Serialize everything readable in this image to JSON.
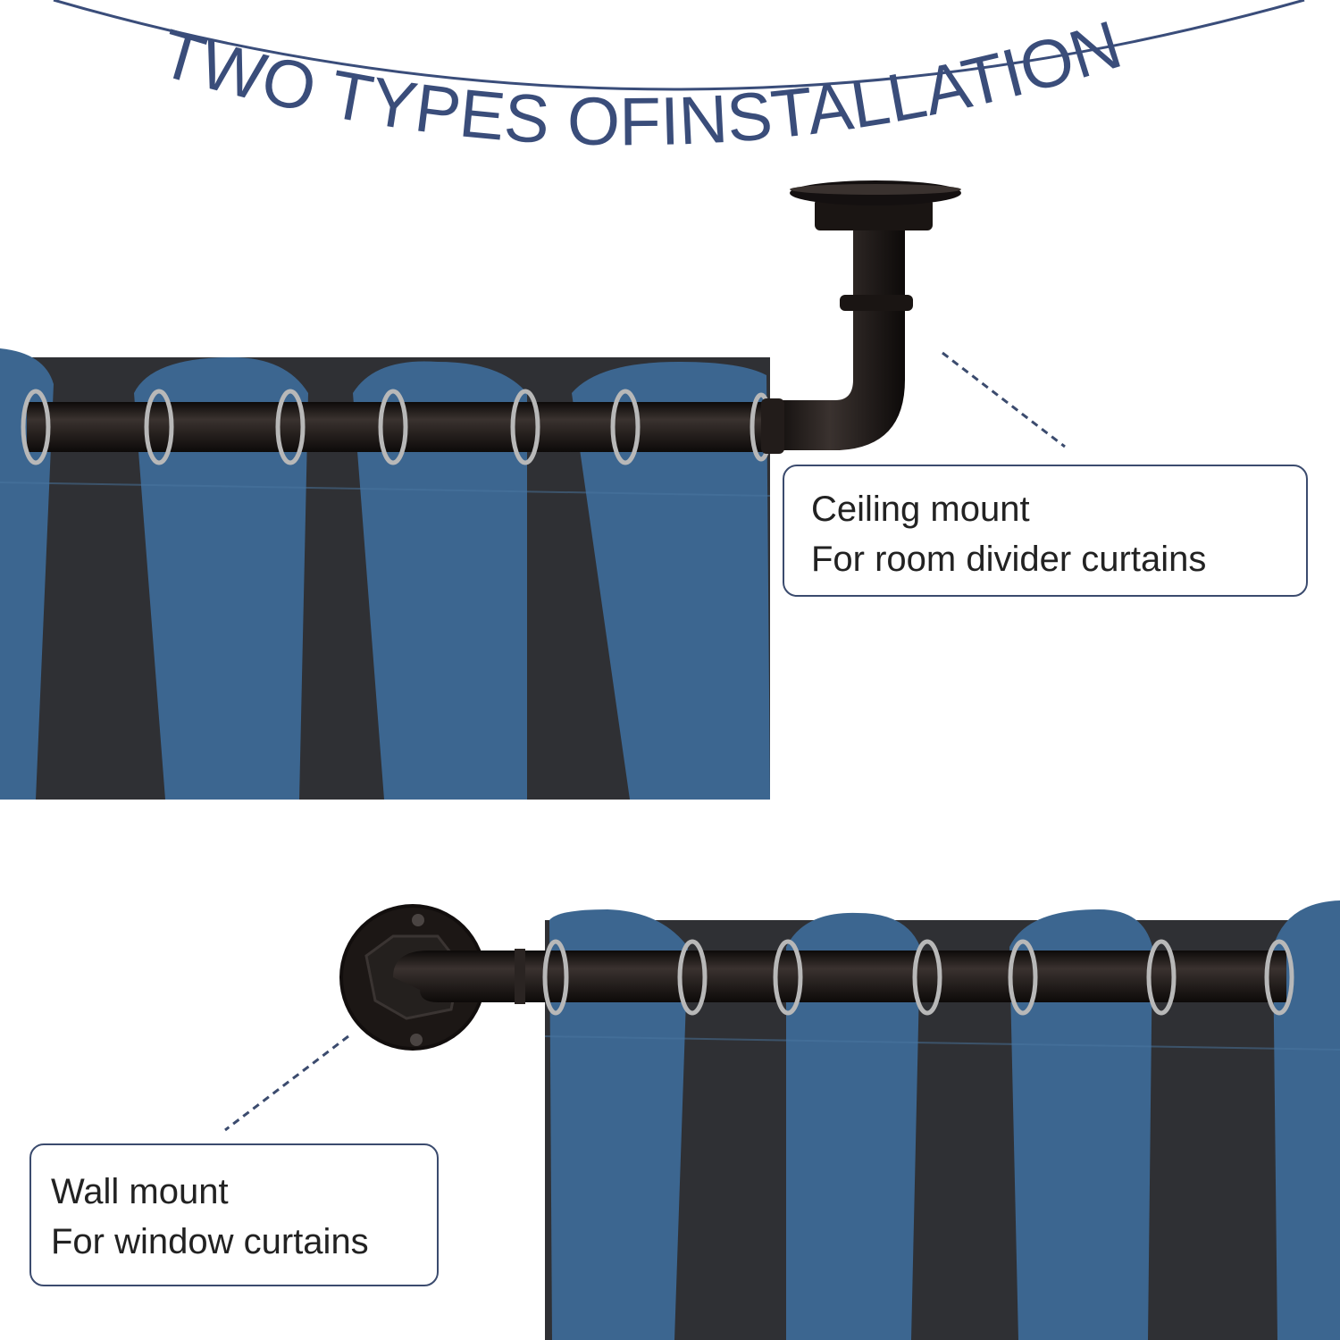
{
  "header": {
    "title": "TWO TYPES OFINSTALLATION"
  },
  "callouts": {
    "ceiling": {
      "line1": "Ceiling mount",
      "line2": "For room divider curtains"
    },
    "wall": {
      "line1": "Wall mount",
      "line2": "For window curtains"
    }
  },
  "colors": {
    "title": "#3a4d7a",
    "curtain": "#3c6690",
    "curtain_shadow": "#2f3034",
    "hardware": "#1a1513",
    "callout_border": "#3b4b6e"
  }
}
